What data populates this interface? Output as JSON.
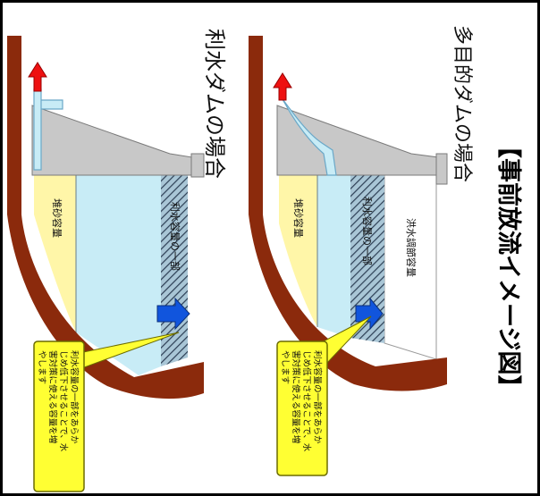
{
  "title": "【事前放流イメージ図】",
  "left_panel": {
    "heading": "利水ダムの場合",
    "labels": {
      "sediment": "堆砂容量",
      "water_part": "利水容量の一部"
    },
    "callout_lines": [
      "利水容量の一部をあらか",
      "じめ低下させることで、水",
      "害対策に使える容量を増",
      "やします"
    ]
  },
  "right_panel": {
    "heading": "多目的ダムの場合",
    "labels": {
      "sediment": "堆砂容量",
      "water_part": "利水容量の一部",
      "flood": "洪水調節容量"
    },
    "callout_lines": [
      "利水容量の一部をあらか",
      "じめ低下させることで、水",
      "害対策に使える容量を増",
      "やします"
    ]
  },
  "colors": {
    "earth": "#8b2a0c",
    "dam_concrete": "#c8c8c8",
    "sediment": "#fff6a8",
    "water": "#c8ecf6",
    "callout": "#ffff33",
    "arrow_up": "#ee1111",
    "arrow_in": "#1155dd"
  }
}
